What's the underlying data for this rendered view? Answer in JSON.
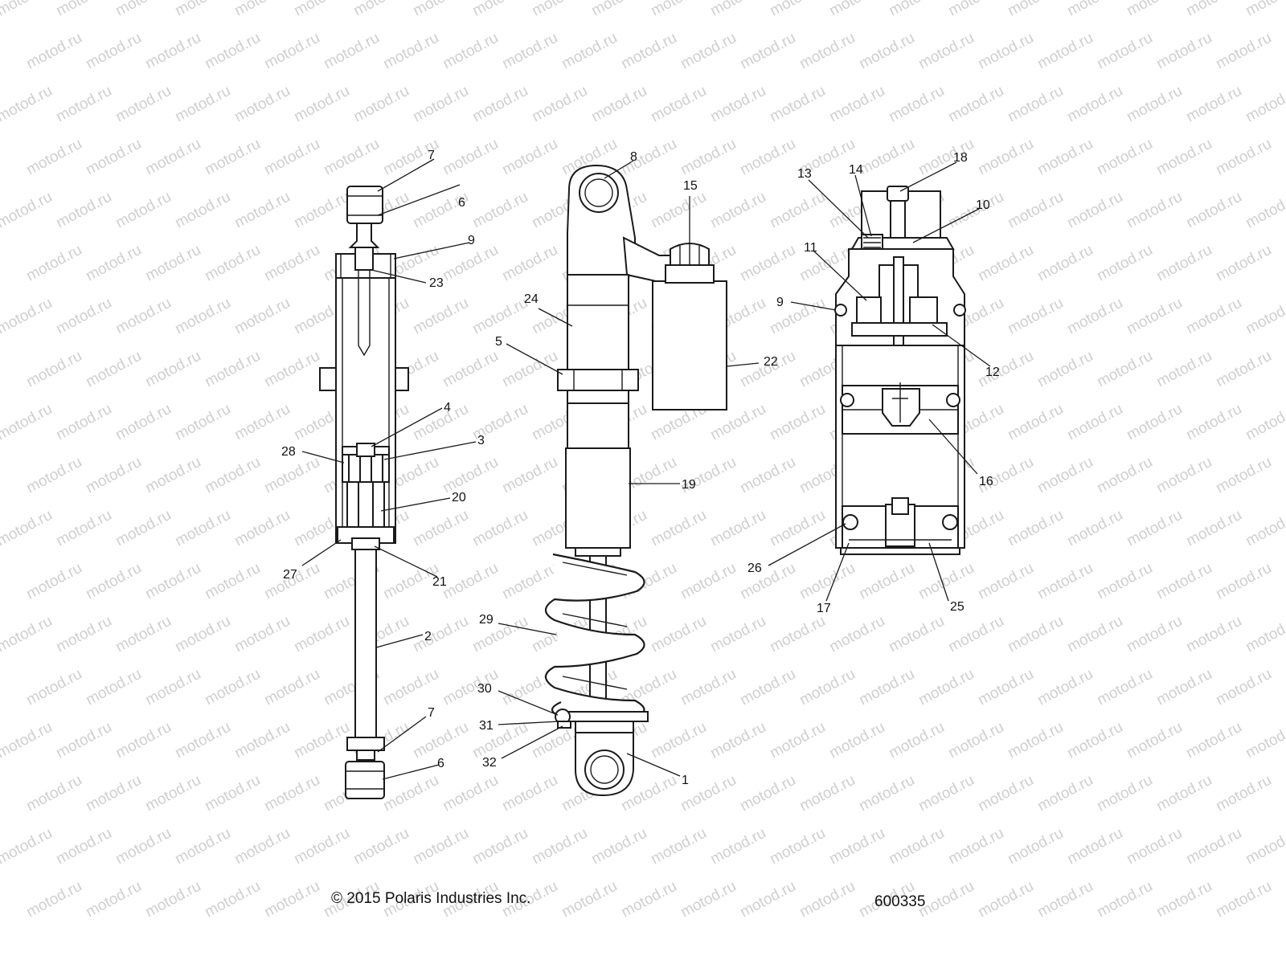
{
  "watermark": {
    "text": "motod.ru"
  },
  "callouts": {
    "left_7_top": "7",
    "left_6_top": "6",
    "left_9": "9",
    "left_23": "23",
    "left_4": "4",
    "left_3": "3",
    "left_28": "28",
    "left_20": "20",
    "left_27": "27",
    "left_21": "21",
    "left_2": "2",
    "left_7_bot": "7",
    "left_6_bot": "6",
    "mid_8": "8",
    "mid_15": "15",
    "mid_24": "24",
    "mid_5": "5",
    "mid_22": "22",
    "mid_19": "19",
    "mid_29": "29",
    "mid_30": "30",
    "mid_31": "31",
    "mid_32": "32",
    "mid_1": "1",
    "right_13": "13",
    "right_14": "14",
    "right_18": "18",
    "right_10": "10",
    "right_11": "11",
    "right_9": "9",
    "right_12": "12",
    "right_16": "16",
    "right_26": "26",
    "right_17": "17",
    "right_25": "25"
  },
  "footer": {
    "copyright": "© 2015 Polaris Industries Inc.",
    "diagram_id": "600335"
  }
}
